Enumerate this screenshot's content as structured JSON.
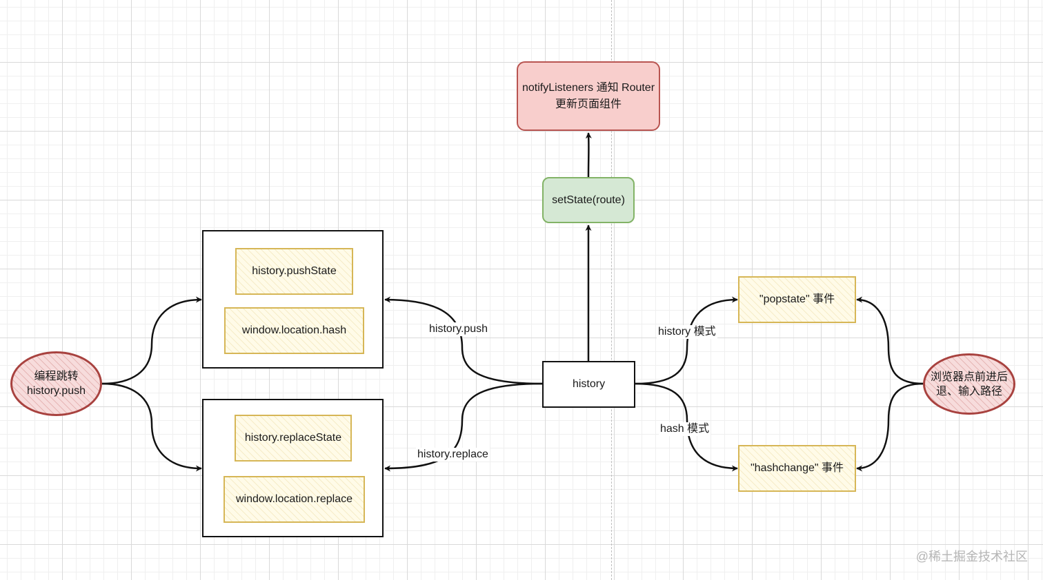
{
  "nodes": {
    "notify": {
      "line1": "notifyListeners 通知 Router",
      "line2": "更新页面组件"
    },
    "set_state": "setState(route)",
    "history": "history",
    "push_state": "history.pushState",
    "location_hash": "window.location.hash",
    "replace_state": "history.replaceState",
    "location_replace": "window.location.replace",
    "popstate_event": "\"popstate\" 事件",
    "hashchange_event": "\"hashchange\" 事件",
    "programmatic": {
      "line1": "编程跳转",
      "line2": "history.push"
    },
    "browser": {
      "line1": "浏览器点前进后",
      "line2": "退、输入路径"
    }
  },
  "edge_labels": {
    "history_push": "history.push",
    "history_replace": "history.replace",
    "history_mode": "history 模式",
    "hash_mode": "hash 模式"
  },
  "watermark": "@稀土掘金技术社区",
  "colors": {
    "notify_fill": "#f8cecc",
    "notify_stroke": "#b85450",
    "setstate_fill": "#d5e8d4",
    "setstate_stroke": "#82b366",
    "event_stroke": "#d6b656",
    "ellipse_stroke": "#a8423f"
  }
}
